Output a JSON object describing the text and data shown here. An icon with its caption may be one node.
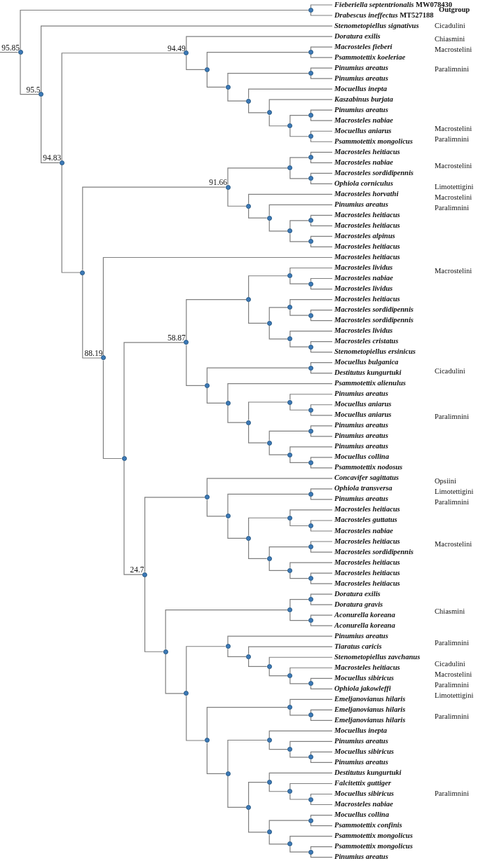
{
  "diagram": {
    "nodes": [
      {
        "text": [
          "*Fieberiella septentrionalis* MW078430"
        ]
      },
      {
        "text": [
          "*Drabescus ineffectus* MT527188"
        ]
      },
      {
        "text": [
          "Stenometopiellus signativus"
        ]
      },
      {
        "text": [
          "Doratura exilis"
        ]
      },
      {
        "text": [
          "Macrosteles fieberi"
        ]
      },
      {
        "text": [
          "Psammotettix koeleriae"
        ]
      },
      {
        "text": [
          "Pinumius areatus"
        ]
      },
      {
        "text": [
          "Pinumius areatus"
        ]
      },
      {
        "text": [
          "Mocuellus inepta"
        ]
      },
      {
        "text": [
          "Kaszabinus burjata"
        ]
      },
      {
        "text": [
          "Pinumius areatus"
        ]
      },
      {
        "text": [
          "Macrosteles nabiae"
        ]
      },
      {
        "text": [
          "Mocuellus aniarus"
        ]
      },
      {
        "text": [
          "Psammotettix mongolicus"
        ]
      },
      {
        "text": [
          "Macrosteles heitiacus"
        ]
      },
      {
        "text": [
          "Macrosteles nabiae"
        ]
      },
      {
        "text": [
          "Macrosteles sordidipennis"
        ]
      },
      {
        "text": [
          "Ophiola corniculus"
        ]
      },
      {
        "text": [
          "Macrosteles horvathi"
        ]
      },
      {
        "text": [
          "Pinumius areatus"
        ]
      },
      {
        "text": [
          "Macrosteles heitiacus"
        ]
      },
      {
        "text": [
          "Macrosteles heitiacus"
        ]
      },
      {
        "text": [
          "Macrosteles alpinus"
        ]
      },
      {
        "text": [
          "Macrosteles heitiacus"
        ]
      },
      {
        "text": [
          "Macrosteles heitiacus"
        ]
      },
      {
        "text": [
          "Macrosteles lividus"
        ]
      },
      {
        "text": [
          "Macrosteles nabiae"
        ]
      },
      {
        "text": [
          "Macrosteles lividus"
        ]
      },
      {
        "text": [
          "Macrosteles heitiacus"
        ]
      },
      {
        "text": [
          "Macrosteles sordidipennis"
        ]
      },
      {
        "text": [
          "Macrosteles sordidipennis"
        ]
      },
      {
        "text": [
          "Macrosteles lividus"
        ]
      },
      {
        "text": [
          "Macrosteles cristatus"
        ]
      },
      {
        "text": [
          "Stenometopiellus ersinicus"
        ]
      },
      {
        "text": [
          "Mocuellus bulganica"
        ]
      },
      {
        "text": [
          "Destitutus kungurtuki"
        ]
      },
      {
        "text": [
          "Psammotettix alienulus"
        ]
      },
      {
        "text": [
          "Pinumius areatus"
        ]
      },
      {
        "text": [
          "Mocuellus aniarus"
        ]
      },
      {
        "text": [
          "Mocuellus aniarus"
        ]
      },
      {
        "text": [
          "Pinumius areatus"
        ]
      },
      {
        "text": [
          "Pinumius areatus"
        ]
      },
      {
        "text": [
          "Pinumius areatus"
        ]
      },
      {
        "text": [
          "Mocuellus collina"
        ]
      },
      {
        "text": [
          "Psammotettix nodosus"
        ]
      },
      {
        "text": [
          "Concavifer sagittatus"
        ]
      },
      {
        "text": [
          "Ophiola transversa"
        ]
      },
      {
        "text": [
          "Pinumius areatus"
        ]
      },
      {
        "text": [
          "Macrosteles heitiacus"
        ]
      },
      {
        "text": [
          "Macrosteles guttatus"
        ]
      },
      {
        "text": [
          "Macrosteles nabiae"
        ]
      },
      {
        "text": [
          "Macrosteles heitiacus"
        ]
      },
      {
        "text": [
          "Macrosteles sordidipennis"
        ]
      },
      {
        "text": [
          "Macrosteles heitiacus"
        ]
      },
      {
        "text": [
          "Macrosteles heitiacus"
        ]
      },
      {
        "text": [
          "Macrosteles heitiacus"
        ]
      },
      {
        "text": [
          "Doratura exilis"
        ]
      },
      {
        "text": [
          "Doratura gravis"
        ]
      },
      {
        "text": [
          "Aconurella koreana"
        ]
      },
      {
        "text": [
          "Aconurella koreana"
        ]
      },
      {
        "text": [
          "Pinumius areatus"
        ]
      },
      {
        "text": [
          "Tiaratus caricis"
        ]
      },
      {
        "text": [
          "Stenometopiellus zavchanus"
        ]
      },
      {
        "text": [
          "Macrosteles heitiacus"
        ]
      },
      {
        "text": [
          "Mocuellus sibiricus"
        ]
      },
      {
        "text": [
          "Ophiola jakowleffi"
        ]
      },
      {
        "text": [
          "Emeljanovianus hilaris"
        ]
      },
      {
        "text": [
          "Emeljanovianus hilaris"
        ]
      },
      {
        "text": [
          "Emeljanovianus hilaris"
        ]
      },
      {
        "text": [
          "Mocuellus inepta"
        ]
      },
      {
        "text": [
          "Pinumius areatus"
        ]
      },
      {
        "text": [
          "Mocuellus sibiricus"
        ]
      },
      {
        "text": [
          "Pinumius areatus"
        ]
      },
      {
        "text": [
          "Destitutus kungurtuki"
        ]
      },
      {
        "text": [
          "Falcitettix guttiger"
        ]
      },
      {
        "text": [
          "Mocuellus sibiricus"
        ]
      },
      {
        "text": [
          "Macrosteles nabiae"
        ]
      },
      {
        "text": [
          "Mocuellus collina"
        ]
      },
      {
        "text": [
          "Psammotettix confinis"
        ]
      },
      {
        "text": [
          "Psammotettix mongolicus"
        ]
      },
      {
        "text": [
          "Psammotettix mongolicus"
        ]
      },
      {
        "text": [
          "Pinumius areatus"
        ]
      },
      {
        "text": [],
        "shape": "circle",
        "beside": [
          "95.85"
        ]
      },
      {
        "text": [],
        "shape": "circle"
      },
      {
        "text": [],
        "shape": "circle",
        "beside": [
          "95.5"
        ]
      },
      {
        "text": [],
        "shape": "circle",
        "beside": [
          "94.83"
        ]
      },
      {
        "text": [],
        "shape": "circle",
        "beside": [
          "94.49"
        ]
      },
      {
        "text": [],
        "shape": "circle"
      },
      {
        "text": [],
        "shape": "circle"
      },
      {
        "text": [],
        "shape": "circle"
      },
      {
        "text": [],
        "shape": "circle"
      },
      {
        "text": [],
        "shape": "circle"
      },
      {
        "text": [],
        "shape": "circle"
      },
      {
        "text": [],
        "shape": "circle"
      },
      {
        "text": [],
        "shape": "circle"
      },
      {
        "text": [],
        "shape": "circle"
      },
      {
        "text": [],
        "shape": "circle"
      },
      {
        "text": [],
        "shape": "circle",
        "beside": [
          "91.66"
        ]
      },
      {
        "text": [],
        "shape": "circle"
      },
      {
        "text": [],
        "shape": "circle"
      },
      {
        "text": [],
        "shape": "circle"
      },
      {
        "text": [],
        "shape": "circle"
      },
      {
        "text": [],
        "shape": "circle"
      },
      {
        "text": [],
        "shape": "circle"
      },
      {
        "text": [],
        "shape": "circle"
      },
      {
        "text": [],
        "shape": "circle"
      },
      {
        "text": [],
        "shape": "circle",
        "beside": [
          "88.19"
        ]
      },
      {
        "text": [],
        "shape": "circle"
      },
      {
        "text": [],
        "shape": "circle",
        "beside": [
          "58.87"
        ]
      },
      {
        "text": [],
        "shape": "circle"
      },
      {
        "text": [],
        "shape": "circle"
      },
      {
        "text": [],
        "shape": "circle"
      },
      {
        "text": [],
        "shape": "circle"
      },
      {
        "text": [],
        "shape": "circle"
      },
      {
        "text": [],
        "shape": "circle"
      },
      {
        "text": [],
        "shape": "circle"
      },
      {
        "text": [],
        "shape": "circle"
      },
      {
        "text": [],
        "shape": "circle"
      },
      {
        "text": [],
        "shape": "circle"
      },
      {
        "text": [],
        "shape": "circle"
      },
      {
        "text": [],
        "shape": "circle"
      },
      {
        "text": [],
        "shape": "circle"
      },
      {
        "text": [],
        "shape": "circle"
      },
      {
        "text": [],
        "shape": "circle"
      },
      {
        "text": [],
        "shape": "circle"
      },
      {
        "text": [],
        "shape": "circle"
      },
      {
        "text": [],
        "shape": "circle"
      },
      {
        "text": [],
        "shape": "circle",
        "beside": [
          "24.7"
        ]
      },
      {
        "text": [],
        "shape": "circle"
      },
      {
        "text": [],
        "shape": "circle"
      },
      {
        "text": [],
        "shape": "circle"
      },
      {
        "text": [],
        "shape": "circle"
      },
      {
        "text": [],
        "shape": "circle"
      },
      {
        "text": [],
        "shape": "circle"
      },
      {
        "text": [],
        "shape": "circle"
      },
      {
        "text": [],
        "shape": "circle"
      },
      {
        "text": [],
        "shape": "circle"
      },
      {
        "text": [],
        "shape": "circle"
      },
      {
        "text": [],
        "shape": "circle"
      },
      {
        "text": [],
        "shape": "circle"
      },
      {
        "text": [],
        "shape": "circle"
      },
      {
        "text": [],
        "shape": "circle"
      },
      {
        "text": [],
        "shape": "circle"
      },
      {
        "text": [],
        "shape": "circle"
      },
      {
        "text": [],
        "shape": "circle"
      },
      {
        "text": [],
        "shape": "circle"
      },
      {
        "text": [],
        "shape": "circle"
      },
      {
        "text": [],
        "shape": "circle"
      },
      {
        "text": [],
        "shape": "circle"
      },
      {
        "text": [],
        "shape": "circle"
      },
      {
        "text": [],
        "shape": "circle"
      },
      {
        "text": [],
        "shape": "circle"
      },
      {
        "text": [],
        "shape": "circle"
      },
      {
        "text": [],
        "shape": "circle"
      },
      {
        "text": [],
        "shape": "circle"
      },
      {
        "text": [],
        "shape": "circle"
      },
      {
        "text": [],
        "shape": "circle"
      },
      {
        "text": [],
        "shape": "circle"
      },
      {
        "text": [],
        "shape": "circle"
      },
      {
        "text": [],
        "shape": "circle"
      },
      {
        "text": [],
        "shape": "circle"
      },
      {
        "text": [],
        "shape": "circle"
      },
      {
        "text": [],
        "shape": "circle"
      }
    ],
    "edges": [
      {
        "from": null,
        "to": 82,
        "arrow": "none"
      },
      {
        "from": 82,
        "to": 83,
        "arrow": "none"
      },
      {
        "from": 82,
        "to": 84,
        "arrow": "none"
      },
      {
        "from": 83,
        "to": 0,
        "arrow": "none"
      },
      {
        "from": 83,
        "to": 1,
        "arrow": "none"
      },
      {
        "from": 84,
        "to": 2,
        "arrow": "none"
      },
      {
        "from": 84,
        "to": 85,
        "arrow": "none"
      },
      {
        "from": 85,
        "to": 86,
        "arrow": "none"
      },
      {
        "from": 85,
        "to": 96,
        "arrow": "none"
      },
      {
        "from": 86,
        "to": 3,
        "arrow": "none"
      },
      {
        "from": 86,
        "to": 87,
        "arrow": "none"
      },
      {
        "from": 87,
        "to": 88,
        "arrow": "none"
      },
      {
        "from": 87,
        "to": 89,
        "arrow": "none"
      },
      {
        "from": 88,
        "to": 4,
        "arrow": "none"
      },
      {
        "from": 88,
        "to": 5,
        "arrow": "none"
      },
      {
        "from": 89,
        "to": 90,
        "arrow": "none"
      },
      {
        "from": 89,
        "to": 91,
        "arrow": "none"
      },
      {
        "from": 90,
        "to": 6,
        "arrow": "none"
      },
      {
        "from": 90,
        "to": 7,
        "arrow": "none"
      },
      {
        "from": 91,
        "to": 8,
        "arrow": "none"
      },
      {
        "from": 91,
        "to": 92,
        "arrow": "none"
      },
      {
        "from": 92,
        "to": 9,
        "arrow": "none"
      },
      {
        "from": 92,
        "to": 93,
        "arrow": "none"
      },
      {
        "from": 93,
        "to": 94,
        "arrow": "none"
      },
      {
        "from": 93,
        "to": 95,
        "arrow": "none"
      },
      {
        "from": 94,
        "to": 10,
        "arrow": "none"
      },
      {
        "from": 94,
        "to": 11,
        "arrow": "none"
      },
      {
        "from": 95,
        "to": 12,
        "arrow": "none"
      },
      {
        "from": 95,
        "to": 13,
        "arrow": "none"
      },
      {
        "from": 96,
        "to": 97,
        "arrow": "none"
      },
      {
        "from": 96,
        "to": 106,
        "arrow": "none"
      },
      {
        "from": 97,
        "to": 98,
        "arrow": "none"
      },
      {
        "from": 97,
        "to": 101,
        "arrow": "none"
      },
      {
        "from": 98,
        "to": 99,
        "arrow": "none"
      },
      {
        "from": 98,
        "to": 100,
        "arrow": "none"
      },
      {
        "from": 99,
        "to": 14,
        "arrow": "none"
      },
      {
        "from": 99,
        "to": 15,
        "arrow": "none"
      },
      {
        "from": 100,
        "to": 16,
        "arrow": "none"
      },
      {
        "from": 100,
        "to": 17,
        "arrow": "none"
      },
      {
        "from": 101,
        "to": 18,
        "arrow": "none"
      },
      {
        "from": 101,
        "to": 102,
        "arrow": "none"
      },
      {
        "from": 102,
        "to": 19,
        "arrow": "none"
      },
      {
        "from": 102,
        "to": 103,
        "arrow": "none"
      },
      {
        "from": 103,
        "to": 104,
        "arrow": "none"
      },
      {
        "from": 103,
        "to": 105,
        "arrow": "none"
      },
      {
        "from": 104,
        "to": 20,
        "arrow": "none"
      },
      {
        "from": 104,
        "to": 21,
        "arrow": "none"
      },
      {
        "from": 105,
        "to": 22,
        "arrow": "none"
      },
      {
        "from": 105,
        "to": 23,
        "arrow": "none"
      },
      {
        "from": 106,
        "to": 24,
        "arrow": "none"
      },
      {
        "from": 106,
        "to": 107,
        "arrow": "none"
      },
      {
        "from": 107,
        "to": 108,
        "arrow": "none"
      },
      {
        "from": 107,
        "to": 127,
        "arrow": "none"
      },
      {
        "from": 108,
        "to": 109,
        "arrow": "none"
      },
      {
        "from": 108,
        "to": 117,
        "arrow": "none"
      },
      {
        "from": 109,
        "to": 110,
        "arrow": "none"
      },
      {
        "from": 109,
        "to": 112,
        "arrow": "none"
      },
      {
        "from": 110,
        "to": 25,
        "arrow": "none"
      },
      {
        "from": 110,
        "to": 111,
        "arrow": "none"
      },
      {
        "from": 111,
        "to": 26,
        "arrow": "none"
      },
      {
        "from": 111,
        "to": 27,
        "arrow": "none"
      },
      {
        "from": 112,
        "to": 113,
        "arrow": "none"
      },
      {
        "from": 112,
        "to": 115,
        "arrow": "none"
      },
      {
        "from": 113,
        "to": 28,
        "arrow": "none"
      },
      {
        "from": 113,
        "to": 114,
        "arrow": "none"
      },
      {
        "from": 114,
        "to": 29,
        "arrow": "none"
      },
      {
        "from": 114,
        "to": 30,
        "arrow": "none"
      },
      {
        "from": 115,
        "to": 31,
        "arrow": "none"
      },
      {
        "from": 115,
        "to": 116,
        "arrow": "none"
      },
      {
        "from": 116,
        "to": 32,
        "arrow": "none"
      },
      {
        "from": 116,
        "to": 33,
        "arrow": "none"
      },
      {
        "from": 117,
        "to": 118,
        "arrow": "none"
      },
      {
        "from": 117,
        "to": 119,
        "arrow": "none"
      },
      {
        "from": 118,
        "to": 34,
        "arrow": "none"
      },
      {
        "from": 118,
        "to": 35,
        "arrow": "none"
      },
      {
        "from": 119,
        "to": 36,
        "arrow": "none"
      },
      {
        "from": 119,
        "to": 120,
        "arrow": "none"
      },
      {
        "from": 120,
        "to": 121,
        "arrow": "none"
      },
      {
        "from": 120,
        "to": 123,
        "arrow": "none"
      },
      {
        "from": 121,
        "to": 37,
        "arrow": "none"
      },
      {
        "from": 121,
        "to": 122,
        "arrow": "none"
      },
      {
        "from": 122,
        "to": 38,
        "arrow": "none"
      },
      {
        "from": 122,
        "to": 39,
        "arrow": "none"
      },
      {
        "from": 123,
        "to": 124,
        "arrow": "none"
      },
      {
        "from": 123,
        "to": 125,
        "arrow": "none"
      },
      {
        "from": 124,
        "to": 40,
        "arrow": "none"
      },
      {
        "from": 124,
        "to": 41,
        "arrow": "none"
      },
      {
        "from": 125,
        "to": 42,
        "arrow": "none"
      },
      {
        "from": 125,
        "to": 126,
        "arrow": "none"
      },
      {
        "from": 126,
        "to": 43,
        "arrow": "none"
      },
      {
        "from": 126,
        "to": 44,
        "arrow": "none"
      },
      {
        "from": 127,
        "to": 128,
        "arrow": "none"
      },
      {
        "from": 127,
        "to": 138,
        "arrow": "none"
      },
      {
        "from": 128,
        "to": 45,
        "arrow": "none"
      },
      {
        "from": 128,
        "to": 129,
        "arrow": "none"
      },
      {
        "from": 129,
        "to": 130,
        "arrow": "none"
      },
      {
        "from": 129,
        "to": 131,
        "arrow": "none"
      },
      {
        "from": 130,
        "to": 46,
        "arrow": "none"
      },
      {
        "from": 130,
        "to": 47,
        "arrow": "none"
      },
      {
        "from": 131,
        "to": 132,
        "arrow": "none"
      },
      {
        "from": 131,
        "to": 134,
        "arrow": "none"
      },
      {
        "from": 132,
        "to": 48,
        "arrow": "none"
      },
      {
        "from": 132,
        "to": 133,
        "arrow": "none"
      },
      {
        "from": 133,
        "to": 49,
        "arrow": "none"
      },
      {
        "from": 133,
        "to": 50,
        "arrow": "none"
      },
      {
        "from": 134,
        "to": 135,
        "arrow": "none"
      },
      {
        "from": 134,
        "to": 136,
        "arrow": "none"
      },
      {
        "from": 135,
        "to": 51,
        "arrow": "none"
      },
      {
        "from": 135,
        "to": 52,
        "arrow": "none"
      },
      {
        "from": 136,
        "to": 53,
        "arrow": "none"
      },
      {
        "from": 136,
        "to": 137,
        "arrow": "none"
      },
      {
        "from": 137,
        "to": 54,
        "arrow": "none"
      },
      {
        "from": 137,
        "to": 55,
        "arrow": "none"
      },
      {
        "from": 138,
        "to": 139,
        "arrow": "none"
      },
      {
        "from": 138,
        "to": 142,
        "arrow": "none"
      },
      {
        "from": 139,
        "to": 140,
        "arrow": "none"
      },
      {
        "from": 139,
        "to": 141,
        "arrow": "none"
      },
      {
        "from": 140,
        "to": 56,
        "arrow": "none"
      },
      {
        "from": 140,
        "to": 57,
        "arrow": "none"
      },
      {
        "from": 141,
        "to": 58,
        "arrow": "none"
      },
      {
        "from": 141,
        "to": 59,
        "arrow": "none"
      },
      {
        "from": 142,
        "to": 143,
        "arrow": "none"
      },
      {
        "from": 142,
        "to": 148,
        "arrow": "none"
      },
      {
        "from": 143,
        "to": 60,
        "arrow": "none"
      },
      {
        "from": 143,
        "to": 144,
        "arrow": "none"
      },
      {
        "from": 144,
        "to": 61,
        "arrow": "none"
      },
      {
        "from": 144,
        "to": 145,
        "arrow": "none"
      },
      {
        "from": 145,
        "to": 62,
        "arrow": "none"
      },
      {
        "from": 145,
        "to": 146,
        "arrow": "none"
      },
      {
        "from": 146,
        "to": 63,
        "arrow": "none"
      },
      {
        "from": 146,
        "to": 147,
        "arrow": "none"
      },
      {
        "from": 147,
        "to": 64,
        "arrow": "none"
      },
      {
        "from": 147,
        "to": 65,
        "arrow": "none"
      },
      {
        "from": 148,
        "to": 149,
        "arrow": "none"
      },
      {
        "from": 148,
        "to": 151,
        "arrow": "none"
      },
      {
        "from": 149,
        "to": 66,
        "arrow": "none"
      },
      {
        "from": 149,
        "to": 150,
        "arrow": "none"
      },
      {
        "from": 150,
        "to": 67,
        "arrow": "none"
      },
      {
        "from": 150,
        "to": 68,
        "arrow": "none"
      },
      {
        "from": 151,
        "to": 152,
        "arrow": "none"
      },
      {
        "from": 151,
        "to": 155,
        "arrow": "none"
      },
      {
        "from": 152,
        "to": 69,
        "arrow": "none"
      },
      {
        "from": 152,
        "to": 153,
        "arrow": "none"
      },
      {
        "from": 153,
        "to": 70,
        "arrow": "none"
      },
      {
        "from": 153,
        "to": 154,
        "arrow": "none"
      },
      {
        "from": 154,
        "to": 71,
        "arrow": "none"
      },
      {
        "from": 154,
        "to": 72,
        "arrow": "none"
      },
      {
        "from": 155,
        "to": 156,
        "arrow": "none"
      },
      {
        "from": 155,
        "to": 159,
        "arrow": "none"
      },
      {
        "from": 156,
        "to": 73,
        "arrow": "none"
      },
      {
        "from": 156,
        "to": 157,
        "arrow": "none"
      },
      {
        "from": 157,
        "to": 74,
        "arrow": "none"
      },
      {
        "from": 157,
        "to": 158,
        "arrow": "none"
      },
      {
        "from": 158,
        "to": 75,
        "arrow": "none"
      },
      {
        "from": 158,
        "to": 76,
        "arrow": "none"
      },
      {
        "from": 159,
        "to": 160,
        "arrow": "none"
      },
      {
        "from": 159,
        "to": 161,
        "arrow": "none"
      },
      {
        "from": 160,
        "to": 77,
        "arrow": "none"
      },
      {
        "from": 160,
        "to": 78,
        "arrow": "none"
      },
      {
        "from": 161,
        "to": 79,
        "arrow": "none"
      },
      {
        "from": 161,
        "to": 162,
        "arrow": "none"
      },
      {
        "from": 162,
        "to": 80,
        "arrow": "none"
      },
      {
        "from": 162,
        "to": 81,
        "arrow": "none"
      }
    ],
    "labels": [
      "Outgroup",
      "Cicadulini",
      "Chiasmini",
      "Macrostelini",
      "Paralimnini",
      "Macrostelini",
      "Paralimnini",
      "Macrostelini",
      "Limotettigini",
      "Macrostelini",
      "Paralimnini",
      "Macrostelini",
      "Cicadulini",
      "Paralimnini",
      "Opsiini",
      "Limotettigini",
      "Paralimnini",
      "Macrostelini",
      "Chiasmini",
      "Paralimnini",
      "Cicadulini",
      "Macrostelini",
      "Paralimnini",
      "Limotettigini",
      "Paralimnini",
      "Paralimnini"
    ]
  }
}
